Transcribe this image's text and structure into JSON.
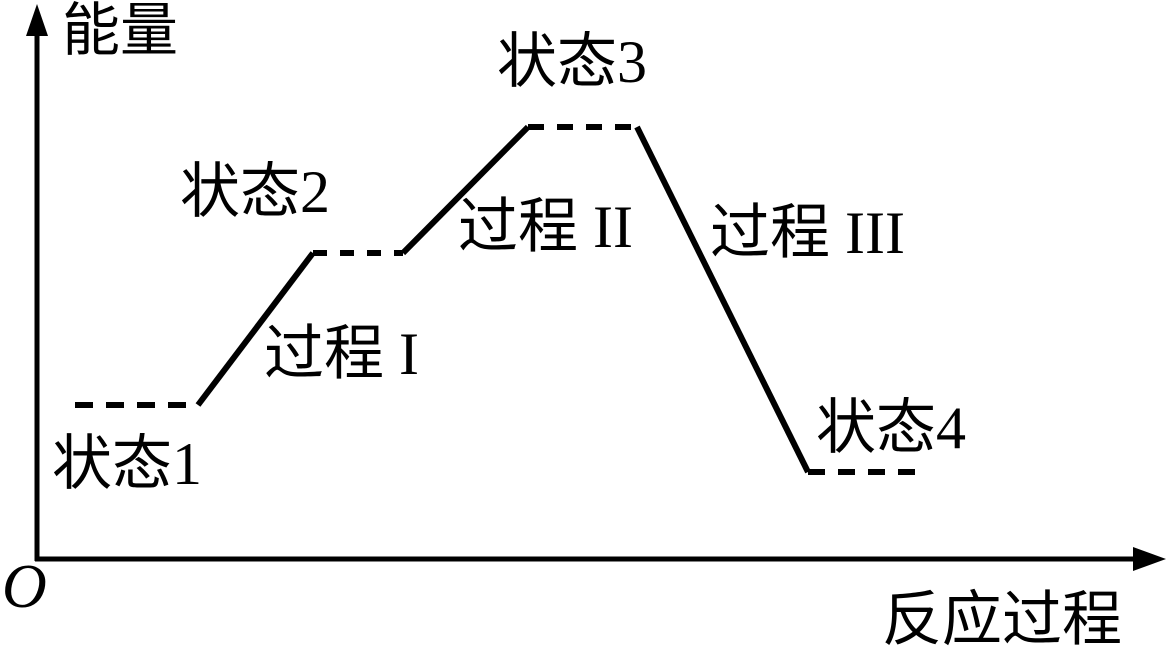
{
  "figure": {
    "background_color": "#ffffff",
    "line_color": "#000000",
    "y_axis_label": "能量",
    "x_axis_label": "反应过程",
    "origin_label": "O"
  },
  "states": {
    "state1": "状态1",
    "state2": "状态2",
    "state3": "状态3",
    "state4": "状态4"
  },
  "processes": {
    "process1": "过程 I",
    "process2": "过程 II",
    "process3": "过程 III"
  },
  "chart_data": {
    "type": "line",
    "title": "",
    "xlabel": "反应过程",
    "ylabel": "能量",
    "axis_numeric_ticks": false,
    "grid": false,
    "legend": false,
    "states": [
      {
        "name": "状态1",
        "relative_energy": 36
      },
      {
        "name": "状态2",
        "relative_energy": 71
      },
      {
        "name": "状态3",
        "relative_energy": 100
      },
      {
        "name": "状态4",
        "relative_energy": 21
      }
    ],
    "transitions": [
      {
        "name": "过程 I",
        "from": "状态1",
        "to": "状态2",
        "energy_change": "increase"
      },
      {
        "name": "过程 II",
        "from": "状态2",
        "to": "状态3",
        "energy_change": "increase"
      },
      {
        "name": "过程 III",
        "from": "状态3",
        "to": "状态4",
        "energy_change": "decrease"
      }
    ],
    "style_notes": {
      "state_levels": "short horizontal dashed segments",
      "transitions": "solid diagonal line segments",
      "energy_order": "状态3 > 状态2 > 状态1 > 状态4"
    }
  }
}
